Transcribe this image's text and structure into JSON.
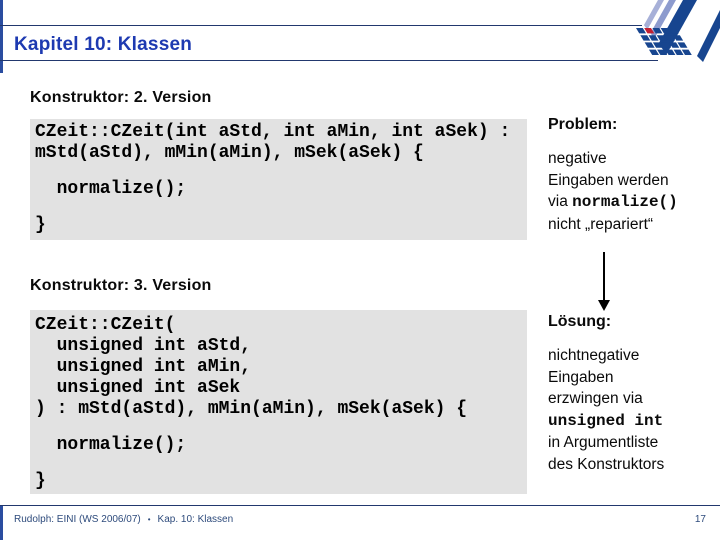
{
  "slide": {
    "title": "Kapitel 10: Klassen",
    "page_number": "17"
  },
  "sections": [
    {
      "heading": "Konstruktor: 2. Version",
      "code": [
        "CZeit::CZeit(int aStd, int aMin, int aSek) :",
        "mStd(aStd), mMin(aMin), mSek(aSek) {",
        "  normalize();",
        "}"
      ]
    },
    {
      "heading": "Konstruktor: 3. Version",
      "code": [
        "CZeit::CZeit(",
        "  unsigned int aStd,",
        "  unsigned int aMin,",
        "  unsigned int aSek",
        ") : mStd(aStd), mMin(aMin), mSek(aSek) {",
        "  normalize();",
        "}"
      ]
    }
  ],
  "problem_panel": {
    "heading": "Problem:",
    "line1": "negative",
    "line2": "Eingaben werden",
    "line3_text": "via ",
    "line3_code": "normalize()",
    "line4": "nicht „repariert“"
  },
  "solution_panel": {
    "heading": "Lösung:",
    "line1": "nichtnegative",
    "line2": "Eingaben",
    "line3": "erzwingen via",
    "line4_code": "unsigned int",
    "line5": "in Argumentliste",
    "line6": "des Konstruktors"
  },
  "footer": {
    "author": "Rudolph: EINI (WS 2006/07)",
    "separator": "•",
    "chapter": "Kap. 10: Klassen"
  },
  "colors": {
    "title_blue": "#1e3ab1",
    "navy_line": "#22386e",
    "accent_bar_blue": "#2a4da0",
    "code_box_gray": "#e2e2e2",
    "logo_dark_blue": "#17458f",
    "logo_light_blue": "#8d9bce",
    "logo_lighter_blue": "#a7b0d8",
    "logo_red": "#c32032",
    "footer_navy": "#2e4b7c"
  }
}
